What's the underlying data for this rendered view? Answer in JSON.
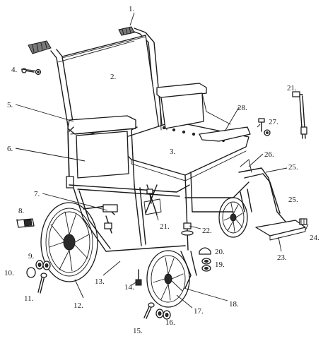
{
  "labels": {
    "p1": "1.",
    "p2": "2.",
    "p3": "3.",
    "p4": "4.",
    "p5": "5.",
    "p6": "6.",
    "p7": "7.",
    "p8": "8.",
    "p9": "9.",
    "p10": "10.",
    "p11": "11.",
    "p12": "12.",
    "p13": "13.",
    "p14": "14.",
    "p15": "15.",
    "p16": "16.",
    "p17": "17.",
    "p18": "18.",
    "p19": "19.",
    "p20": "20.",
    "p21a": "21.",
    "p21b": "21.",
    "p22": "22.",
    "p23": "23.",
    "p24": "24.",
    "p25a": "25.",
    "p25b": "25.",
    "p26": "26.",
    "p27": "27.",
    "p28": "28."
  }
}
